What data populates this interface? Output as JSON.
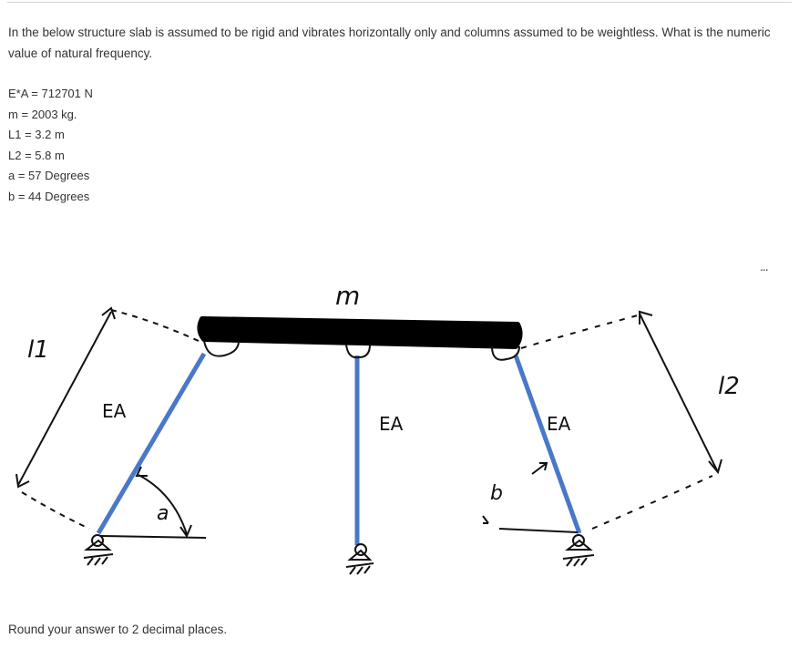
{
  "question": {
    "text": "In the below structure slab is assumed to be rigid and vibrates horizontally only and columns assumed to be weightless. What is the numeric value of natural frequency."
  },
  "parameters": [
    "E*A = 712701 N",
    "m = 2003 kg.",
    "L1 = 3.2 m",
    "L2 = 5.8 m",
    "a = 57 Degrees",
    "b = 44 Degrees"
  ],
  "figure": {
    "mass_label": "m",
    "ea_labels": [
      "EA",
      "EA",
      "EA"
    ],
    "length_labels": [
      "l1",
      "l2"
    ],
    "angle_labels": [
      "a",
      "b"
    ],
    "colors": {
      "column": "#4a78c8",
      "slab": "#000000",
      "ink": "#111111"
    }
  },
  "footer": {
    "text": "Round your answer to 2 decimal places."
  },
  "more_menu": {
    "icon": "ellipsis-icon",
    "label": "..."
  }
}
